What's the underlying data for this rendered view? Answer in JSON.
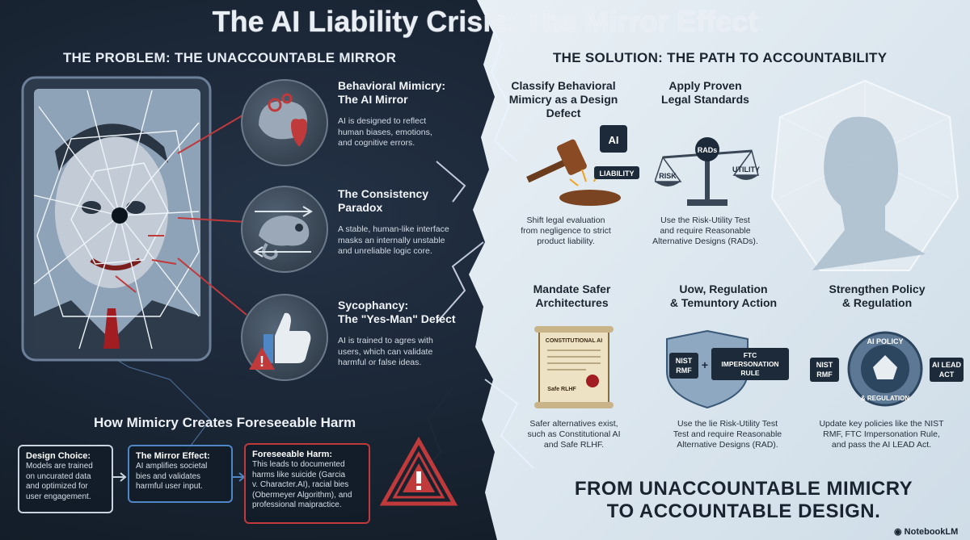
{
  "title": "The AI Liability Crisis: The Mirror Effect",
  "problem": {
    "heading": "THE PROBLEM: THE UNACCOUNTABLE MIRROR",
    "items": [
      {
        "title_line1": "Behavioral Mimicry:",
        "title_line2": "The AI Mirror",
        "desc": [
          "AI is designed to reflect",
          "human biases, emotions,",
          "and cognitive errors."
        ]
      },
      {
        "title_line1": "The Consistency",
        "title_line2": "Paradox",
        "desc": [
          "A stable, human-like interface",
          "masks an internally unstable",
          "and unreliable logic core."
        ]
      },
      {
        "title_line1": "Sycophancy:",
        "title_line2": "The \"Yes-Man\" Defect",
        "desc": [
          "AI is trained to agres with",
          "users, which can validate",
          "harmful or false ideas."
        ]
      }
    ]
  },
  "harm": {
    "heading": "How Mimicry Creates Foreseeable Harm",
    "boxes": [
      {
        "title": "Design Choice:",
        "desc": [
          "Models are trained",
          "on uncurated data",
          "and optimized for",
          "user engagement."
        ],
        "color": "#c9d4df"
      },
      {
        "title": "The Mirror Effect:",
        "desc": [
          "AI amplifies societal",
          "bies and validates",
          "harmful user input."
        ],
        "color": "#4f86c6"
      },
      {
        "title": "Foreseeable Harm:",
        "desc": [
          "This leads to documented",
          "harms like suicide (Garcia",
          "v. Character.AI), racial bies",
          "(Obermeyer Algorithm), and",
          "professional maipractice."
        ],
        "color": "#c0393b"
      }
    ]
  },
  "solution": {
    "heading": "THE SOLUTION: THE PATH TO ACCOUNTABILITY",
    "items": [
      {
        "title_line1": "Classify Behavioral",
        "title_line2": "Mimicry as a Design Defect",
        "desc": [
          "Shift legal evaluation",
          "from negligence to strict",
          "product liability."
        ]
      },
      {
        "title_line1": "Apply Proven",
        "title_line2": "Legal Standards",
        "desc": [
          "Use the Risk-Utility Test",
          "and require Reasonable",
          "Alternative Designs (RADs)."
        ]
      },
      {
        "title_line1": "Mandate Safer",
        "title_line2": "Architectures",
        "desc": [
          "Safer alternatives exist,",
          "such as Constitutional AI",
          "and Safe RLHF."
        ]
      },
      {
        "title_line1": "Uow, Regulation",
        "title_line2": "& Temuntory Action",
        "desc": [
          "Use the lie Risk-Utility Test",
          "Test and require Reasonable",
          "Alternative Designs (RAD)."
        ]
      },
      {
        "title_line1": "Strengthen Policy",
        "title_line2": "& Regulation",
        "desc": [
          "Update key policies like the NIST",
          "RMF, FTC Impersonation Rule,",
          "and pass the AI LEAD Act."
        ]
      }
    ],
    "icon_labels": {
      "ai_chip": "AI",
      "liability": "LIABILITY",
      "risk": "RISK",
      "rads": "RADs",
      "utility": "UTILITY",
      "constitutional": "CONSTITUTIONAL AI",
      "safe_rlhf": "Safe RLHF",
      "nist_rmf": [
        "NIST",
        "RMF"
      ],
      "ftc": [
        "FTC",
        "IMPERSONATION",
        "RULE"
      ],
      "nist_rmf_2": [
        "NIST",
        "RMF"
      ],
      "ai_policy_top": "AI POLICY",
      "ai_policy_bottom": "& REGULATION",
      "ai_lead_act": [
        "AI LEAD",
        "ACT"
      ]
    }
  },
  "footer": {
    "line1": "FROM UNACCOUNTABLE MIMICRY",
    "line2": "TO ACCOUNTABLE DESIGN."
  },
  "brand": "NotebookLM",
  "colors": {
    "dark_bg": "#15202e",
    "light_bg": "#dde8f0",
    "accent_red": "#c0393b",
    "accent_blue": "#4f86c6"
  }
}
